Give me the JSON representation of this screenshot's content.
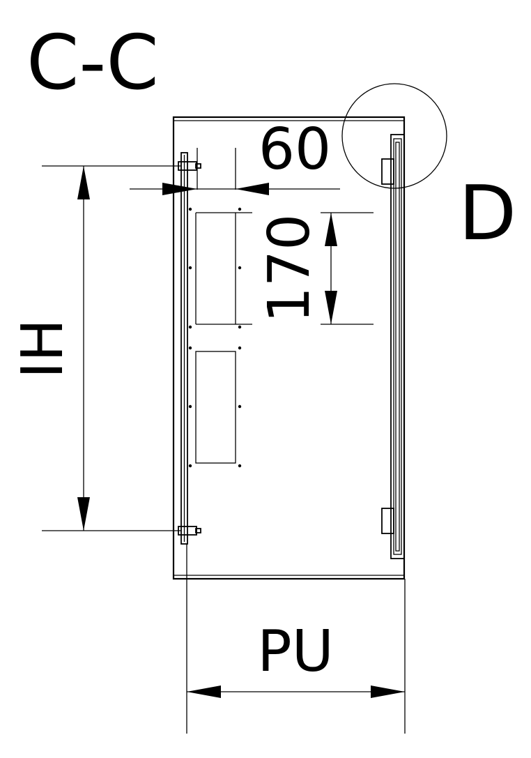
{
  "diagram": {
    "section_label": "C-C",
    "detail_label": "D",
    "dimensions": {
      "offset": "60",
      "cutout_height": "170",
      "height": "IH",
      "depth": "PU"
    }
  }
}
